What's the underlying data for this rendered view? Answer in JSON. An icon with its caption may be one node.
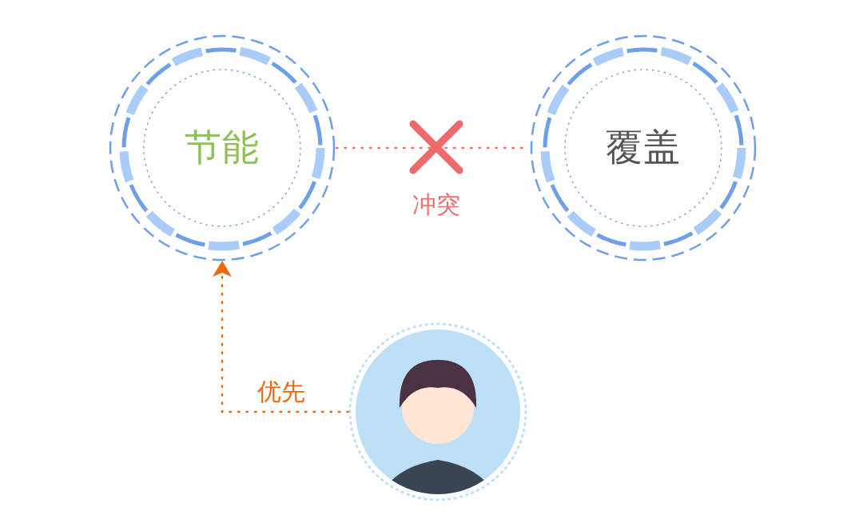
{
  "diagram": {
    "nodes": [
      {
        "text": [
          "节能"
        ]
      },
      {
        "text": [
          "覆盖"
        ]
      },
      {
        "text": [],
        "shape": "person"
      }
    ],
    "edges": [
      {
        "from": 0,
        "to": 1,
        "arrow": "none",
        "label": "冲突",
        "style": "dashed",
        "color": "#f07070"
      },
      {
        "from": 2,
        "to": 0,
        "arrow": "to",
        "label": "优先",
        "style": "dashed",
        "color": "#ec6a0c"
      }
    ]
  }
}
